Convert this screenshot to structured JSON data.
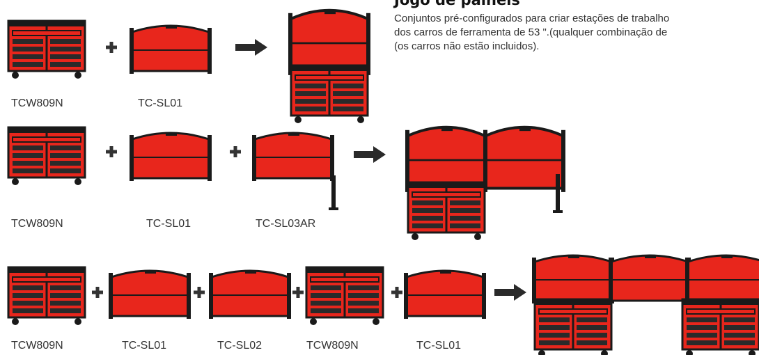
{
  "section": {
    "title": "Jogo de painéis",
    "description_lines": [
      "Conjuntos pré-configurados para criar estações de trabalho",
      "dos carros de ferramenta de 53 \".(qualquer combinação de",
      "(os carros não estão incluidos)."
    ]
  },
  "rows": [
    {
      "operators": [
        "+"
      ],
      "labels": [
        "TCW809N",
        "TC-SL01"
      ]
    },
    {
      "operators": [
        "+",
        "+"
      ],
      "labels": [
        "TCW809N",
        "TC-SL01",
        "TC-SL03AR"
      ]
    },
    {
      "operators": [
        "+",
        "+",
        "+",
        "+"
      ],
      "labels": [
        "TCW809N",
        "TC-SL01",
        "TC-SL02",
        "TCW809N",
        "TC-SL01"
      ]
    }
  ],
  "colors": {
    "body_red": "#e8261c",
    "outline": "#1a1a1a",
    "drawer_dark": "#2a2a2a"
  },
  "icons": {
    "arrow": "right-arrow-icon",
    "cart": "tool-cart-icon",
    "panel": "side-panel-icon",
    "leg": "panel-leg-icon",
    "workstation": "assembled-workstation-icon"
  }
}
